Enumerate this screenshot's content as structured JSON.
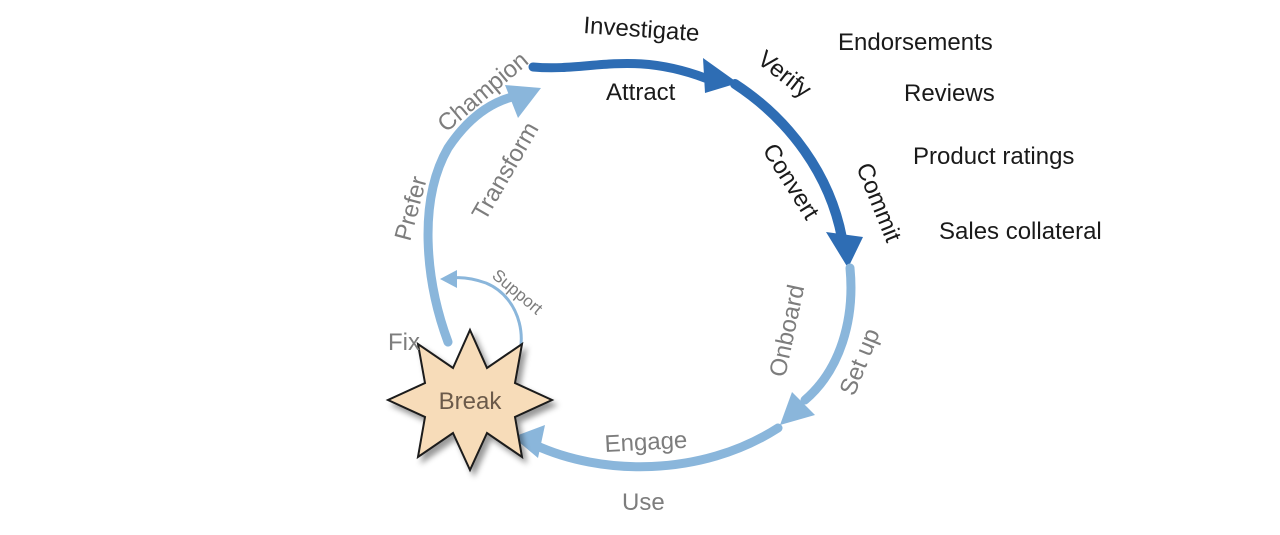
{
  "diagram": {
    "cycle_labels": {
      "investigate": "Investigate",
      "attract": "Attract",
      "verify": "Verify",
      "convert": "Convert",
      "commit": "Commit",
      "onboard": "Onboard",
      "set_up": "Set up",
      "engage": "Engage",
      "use": "Use",
      "break": "Break",
      "fix": "Fix",
      "support": "Support",
      "prefer": "Prefer",
      "transform": "Transform",
      "champion": "Champion"
    },
    "side_list": [
      "Endorsements",
      "Reviews",
      "Product ratings",
      "Sales collateral"
    ],
    "colors": {
      "dark_arrow": "#2e6db4",
      "light_arrow": "#8ab6db",
      "starburst_fill": "#f7dcb9",
      "starburst_stroke": "#1a1a1a",
      "dark_text": "#1a1a1a",
      "grey_text": "#7d7d7d"
    }
  }
}
